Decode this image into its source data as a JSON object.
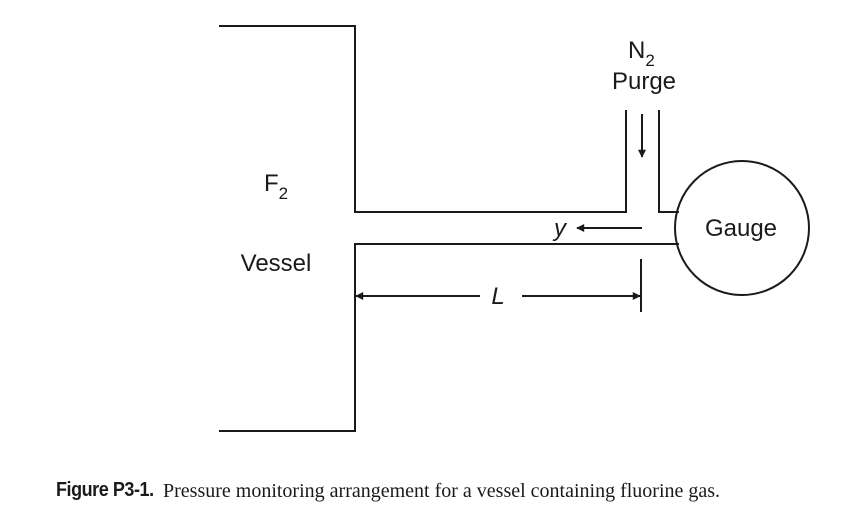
{
  "labels": {
    "n2": "N",
    "n2_sub": "2",
    "purge": "Purge",
    "f2": "F",
    "f2_sub": "2",
    "vessel": "Vessel",
    "gauge": "Gauge",
    "flow_var": "y",
    "length_var": "L"
  },
  "caption": {
    "number": "Figure P3-1.",
    "text": "Pressure monitoring arrangement for a vessel containing fluorine gas."
  },
  "colors": {
    "stroke": "#1a1a1a",
    "background": "#ffffff"
  }
}
